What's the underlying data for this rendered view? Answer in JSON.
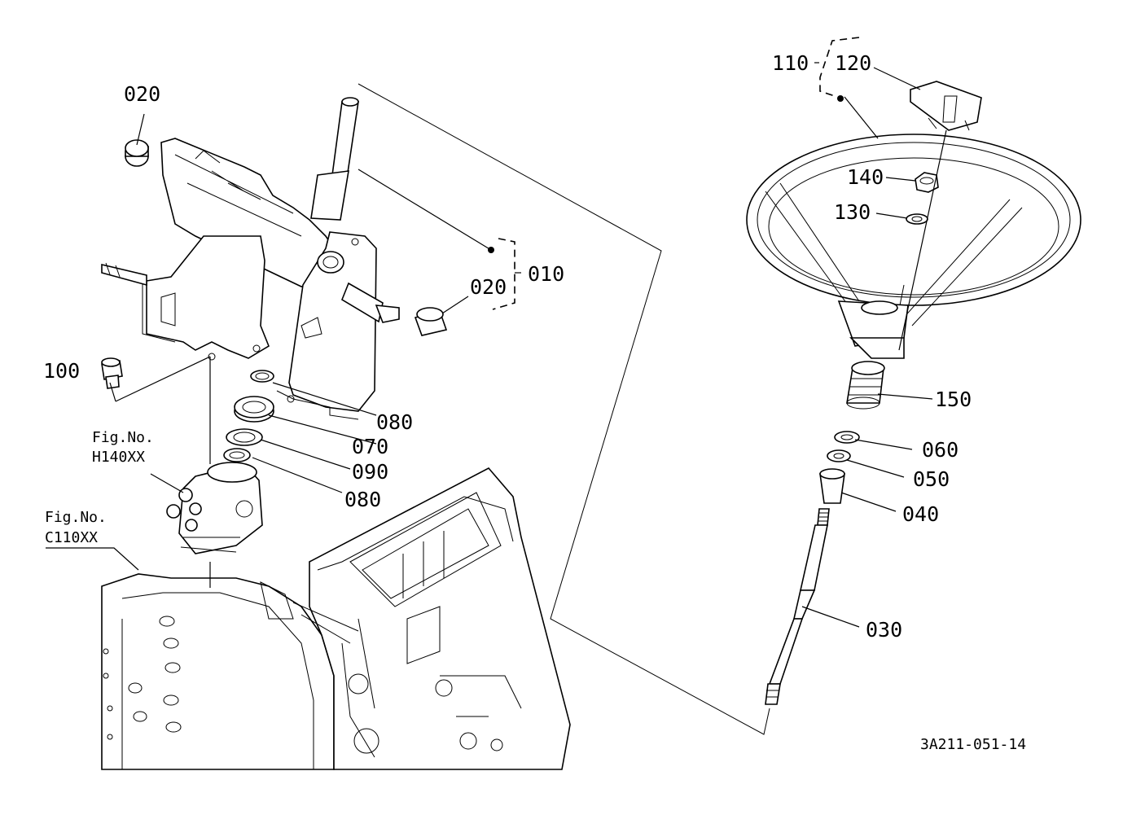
{
  "diagram": {
    "drawing_number": "3A211-051-14",
    "figure_refs": [
      {
        "line1": "Fig.No.",
        "line2": "H140XX"
      },
      {
        "line1": "Fig.No.",
        "line2": "C110XX"
      }
    ],
    "callouts": {
      "p010": "010",
      "p020a": "020",
      "p020b": "020",
      "p030": "030",
      "p040": "040",
      "p050": "050",
      "p060": "060",
      "p070": "070",
      "p080a": "080",
      "p080b": "080",
      "p090": "090",
      "p100": "100",
      "p110": "110",
      "p120": "120",
      "p130": "130",
      "p140": "140",
      "p150": "150"
    }
  }
}
